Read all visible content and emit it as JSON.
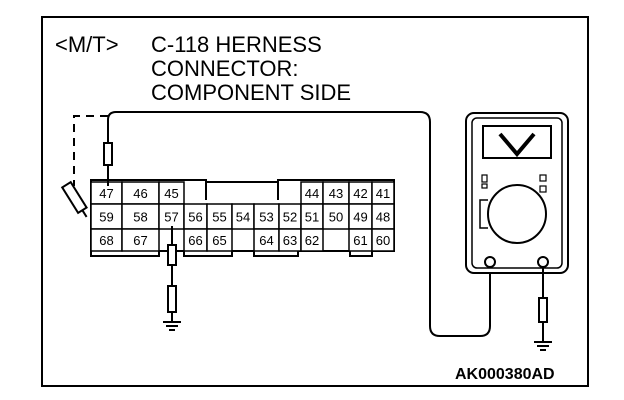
{
  "title": {
    "variant": "<M/T>",
    "line1": "C-118 HERNESS",
    "line2": "CONNECTOR:",
    "line3": "COMPONENT SIDE"
  },
  "connector": {
    "rows": [
      [
        "47",
        "46",
        "45",
        "",
        "",
        "",
        "",
        "",
        "44",
        "43",
        "42",
        "41"
      ],
      [
        "59",
        "58",
        "57",
        "56",
        "55",
        "54",
        "53",
        "52",
        "51",
        "50",
        "49",
        "48"
      ],
      [
        "68",
        "67",
        "",
        "66",
        "65",
        "",
        "64",
        "63",
        "62",
        "",
        "61",
        "60"
      ]
    ]
  },
  "meter": {
    "display_symbol": "V"
  },
  "figure_code": "AK000380AD"
}
